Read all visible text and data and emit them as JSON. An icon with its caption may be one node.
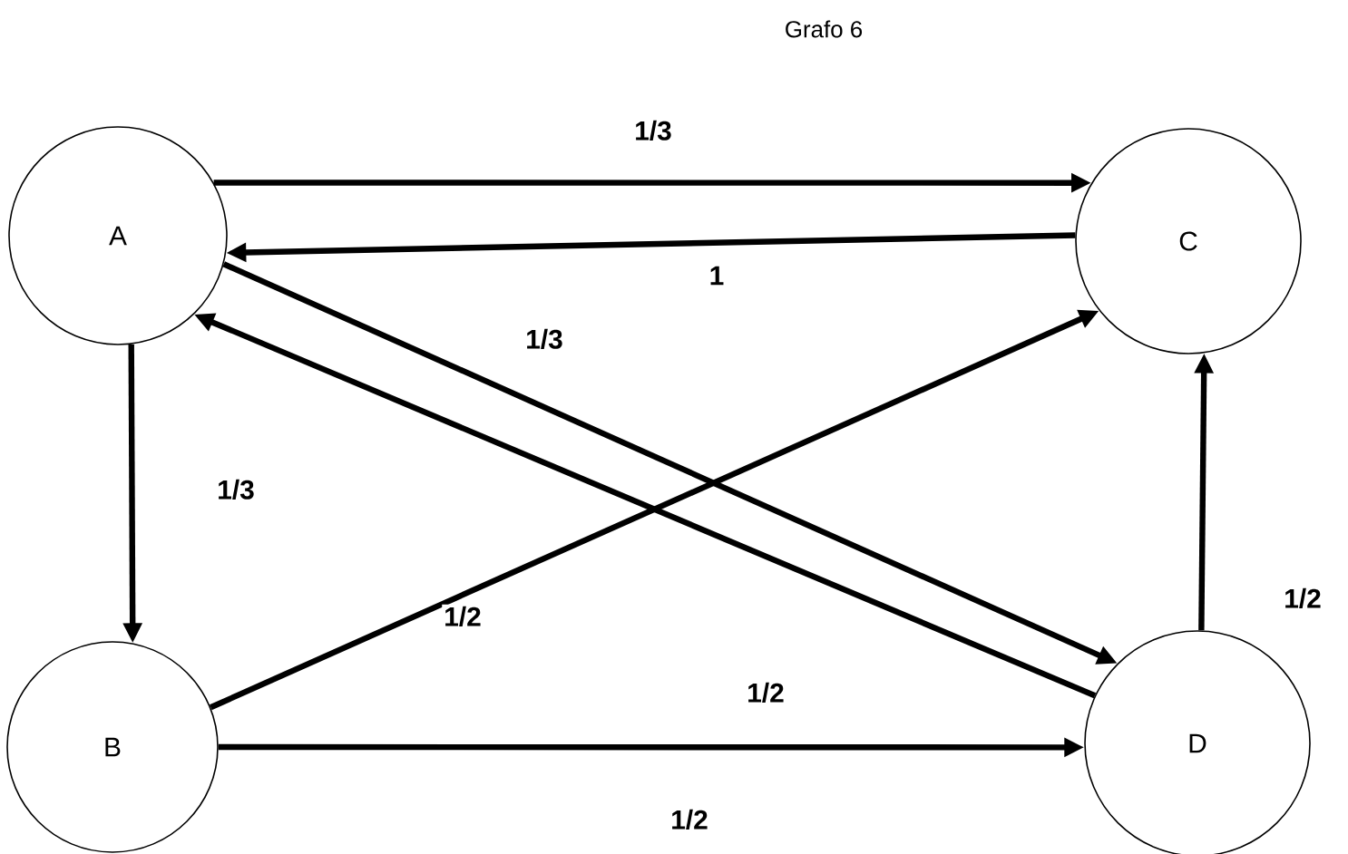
{
  "diagram": {
    "title": "Grafo 6",
    "nodes": [
      {
        "text": [
          "A"
        ]
      },
      {
        "text": [
          "C"
        ]
      },
      {
        "text": [
          "B"
        ]
      },
      {
        "text": [
          "D"
        ]
      }
    ],
    "edges": [
      {
        "from": 0,
        "to": 1,
        "arrow": "to",
        "label": "1/3"
      },
      {
        "from": 1,
        "to": 0,
        "arrow": "to",
        "label": "1"
      },
      {
        "from": 0,
        "to": 2,
        "arrow": "to",
        "label": "1/3"
      },
      {
        "from": 0,
        "to": 3,
        "arrow": "to",
        "label": "1/3"
      },
      {
        "from": 3,
        "to": 0,
        "arrow": "to",
        "label": "1/2"
      },
      {
        "from": 2,
        "to": 1,
        "arrow": "to",
        "label": "1/2"
      },
      {
        "from": 2,
        "to": 3,
        "arrow": "to",
        "label": "1/2"
      },
      {
        "from": 3,
        "to": 1,
        "arrow": "to",
        "label": "1/2"
      }
    ]
  }
}
